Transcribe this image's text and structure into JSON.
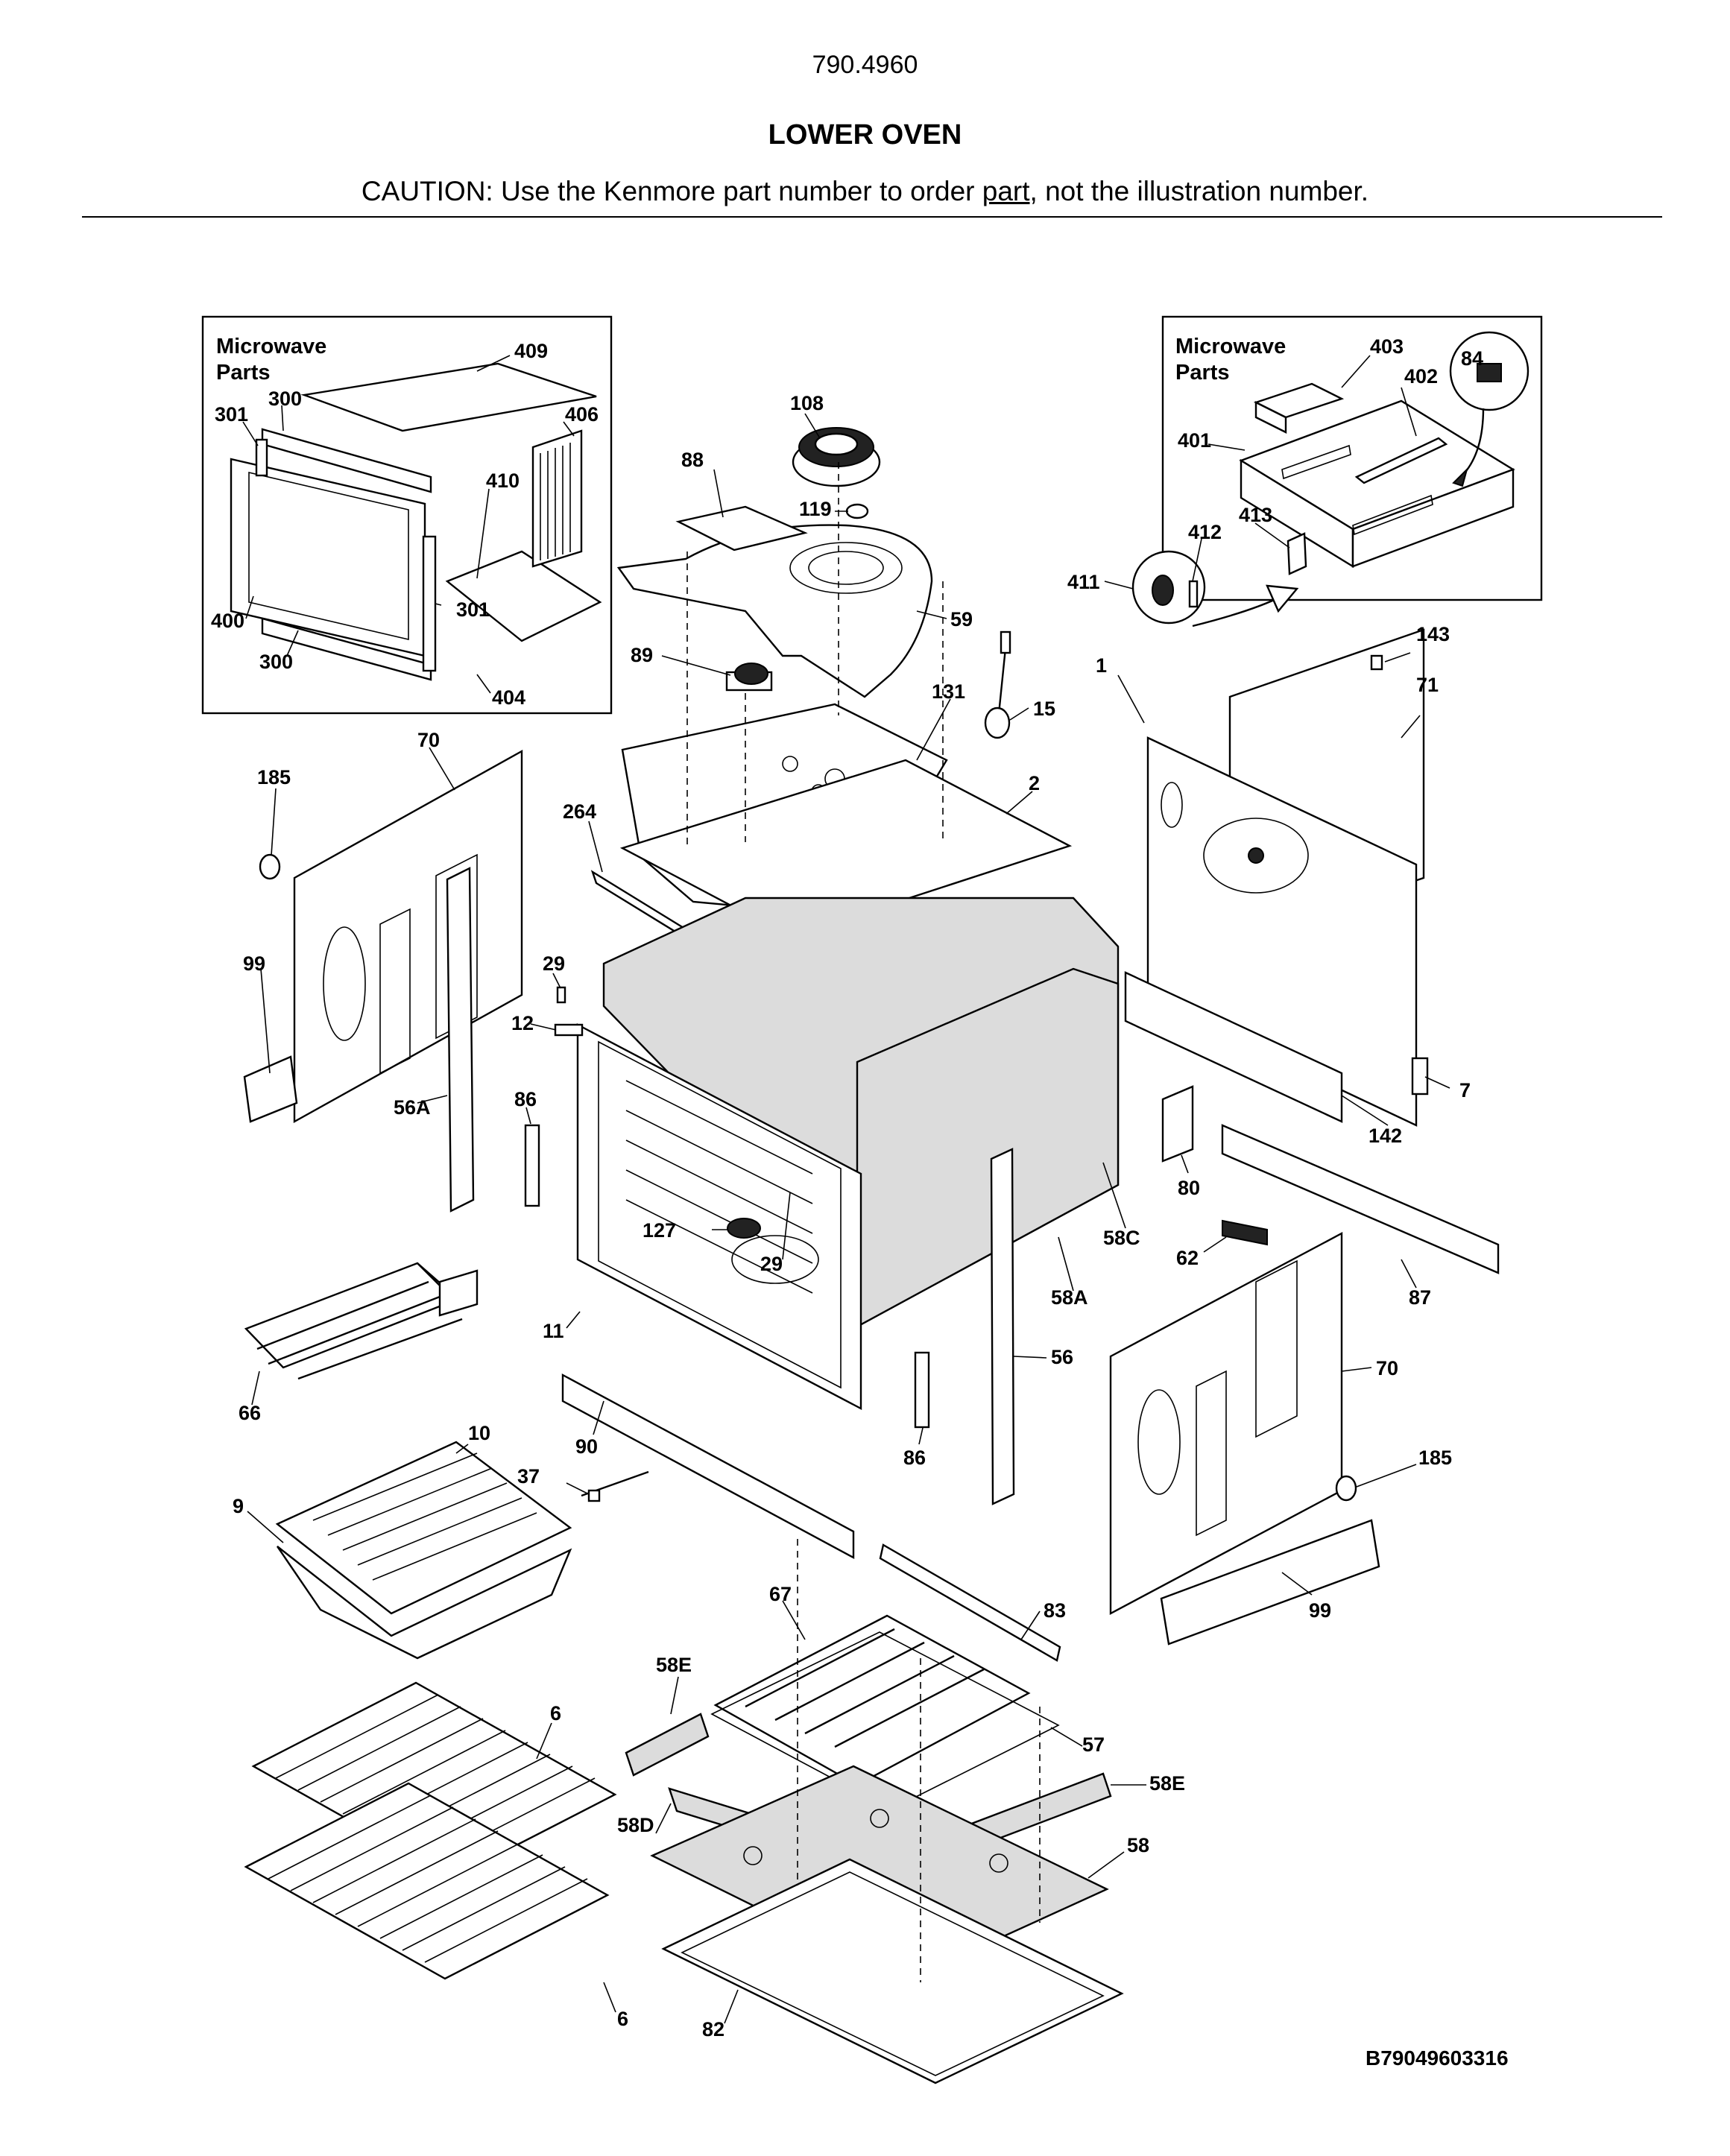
{
  "header": {
    "model_number": "790.4960",
    "title": "LOWER OVEN",
    "caution_before": "CAUTION: Use the Kenmore part number to order ",
    "caution_link": "part",
    "caution_after": ", not the illustration number."
  },
  "diagram_code": "B79049603316",
  "insets": {
    "left_title_line1": "Microwave",
    "left_title_line2": "Parts",
    "right_title_line1": "Microwave",
    "right_title_line2": "Parts"
  },
  "part_labels": {
    "p409": "409",
    "p300a": "300",
    "p301a": "301",
    "p406": "406",
    "p410": "410",
    "p301b": "301",
    "p400": "400",
    "p300b": "300",
    "p404": "404",
    "p403": "403",
    "p84": "84",
    "p402": "402",
    "p401": "401",
    "p412": "412",
    "p413": "413",
    "p411": "411",
    "p108": "108",
    "p88": "88",
    "p119": "119",
    "p59": "59",
    "p89": "89",
    "p131": "131",
    "p15": "15",
    "p2": "2",
    "p264": "264",
    "p143": "143",
    "p1": "1",
    "p71": "71",
    "p70a": "70",
    "p185a": "185",
    "p99a": "99",
    "p29a": "29",
    "p12": "12",
    "p56A": "56A",
    "p86a": "86",
    "p7": "7",
    "p142": "142",
    "p80": "80",
    "p58C": "58C",
    "p62": "62",
    "p127": "127",
    "p29b": "29",
    "p58A": "58A",
    "p11": "11",
    "p87": "87",
    "p66": "66",
    "p56": "56",
    "p70b": "70",
    "p10": "10",
    "p90": "90",
    "p86b": "86",
    "p185b": "185",
    "p37": "37",
    "p9": "9",
    "p99b": "99",
    "p83": "83",
    "p67": "67",
    "p58Ea": "58E",
    "p57": "57",
    "p6a": "6",
    "p58Eb": "58E",
    "p58D": "58D",
    "p58": "58",
    "p6b": "6",
    "p82": "82"
  }
}
